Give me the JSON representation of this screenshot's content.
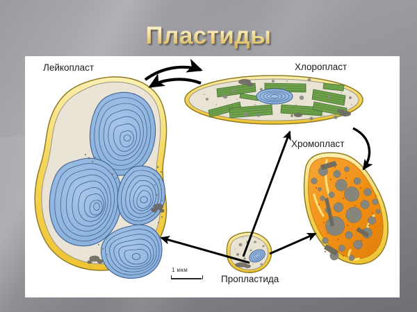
{
  "slide": {
    "title": "Пластиды",
    "background_color": "#8d8d93",
    "title_gradient_top": "#fdf4d2",
    "title_gradient_bottom": "#cfa94e",
    "panel_color": "#ffffff"
  },
  "figure": {
    "labels": {
      "leucoplast": "Лейкопласт",
      "chloroplast": "Хлоропласт",
      "chromoplast": "Хромопласт",
      "proplastid": "Пропластида"
    },
    "scale_bar": {
      "text": "1 мкм"
    },
    "colors": {
      "envelope_yellow": "#f3d24e",
      "envelope_yellow_light": "#fbeaa0",
      "starch_blue": "#8fb6e0",
      "starch_blue_line": "#3d5f93",
      "stroma_beige": "#e8e3d2",
      "grana_green": "#6fa04a",
      "grana_green_dark": "#3f7030",
      "plastoglobule_gray": "#8a8a84",
      "chromoplast_orange": "#f0911f",
      "chromoplast_globule": "#86867c",
      "outline": "#55504a",
      "arrow": "#000000"
    },
    "diagram_type": "plastid-interconversion",
    "organelles": [
      {
        "name": "leucoplast",
        "label": "Лейкопласт",
        "starch_grain_count": 4
      },
      {
        "name": "chloroplast",
        "label": "Хлоропласт",
        "grana_stack_count": 9
      },
      {
        "name": "chromoplast",
        "label": "Хромопласт",
        "globule_count": 26
      },
      {
        "name": "proplastid",
        "label": "Пропластида",
        "starch_grain_count": 1
      }
    ],
    "arrows": [
      {
        "name": "leucoplast-to-chloroplast",
        "style": "curved",
        "direction": "right"
      },
      {
        "name": "chloroplast-to-leucoplast",
        "style": "curved",
        "direction": "left"
      },
      {
        "name": "chloroplast-to-chromoplast",
        "style": "curved",
        "direction": "down"
      },
      {
        "name": "proplastid-to-chloroplast",
        "style": "straight",
        "direction": "up"
      },
      {
        "name": "proplastid-to-leucoplast",
        "style": "straight",
        "direction": "left"
      },
      {
        "name": "proplastid-to-chromoplast",
        "style": "straight",
        "direction": "right"
      }
    ]
  }
}
